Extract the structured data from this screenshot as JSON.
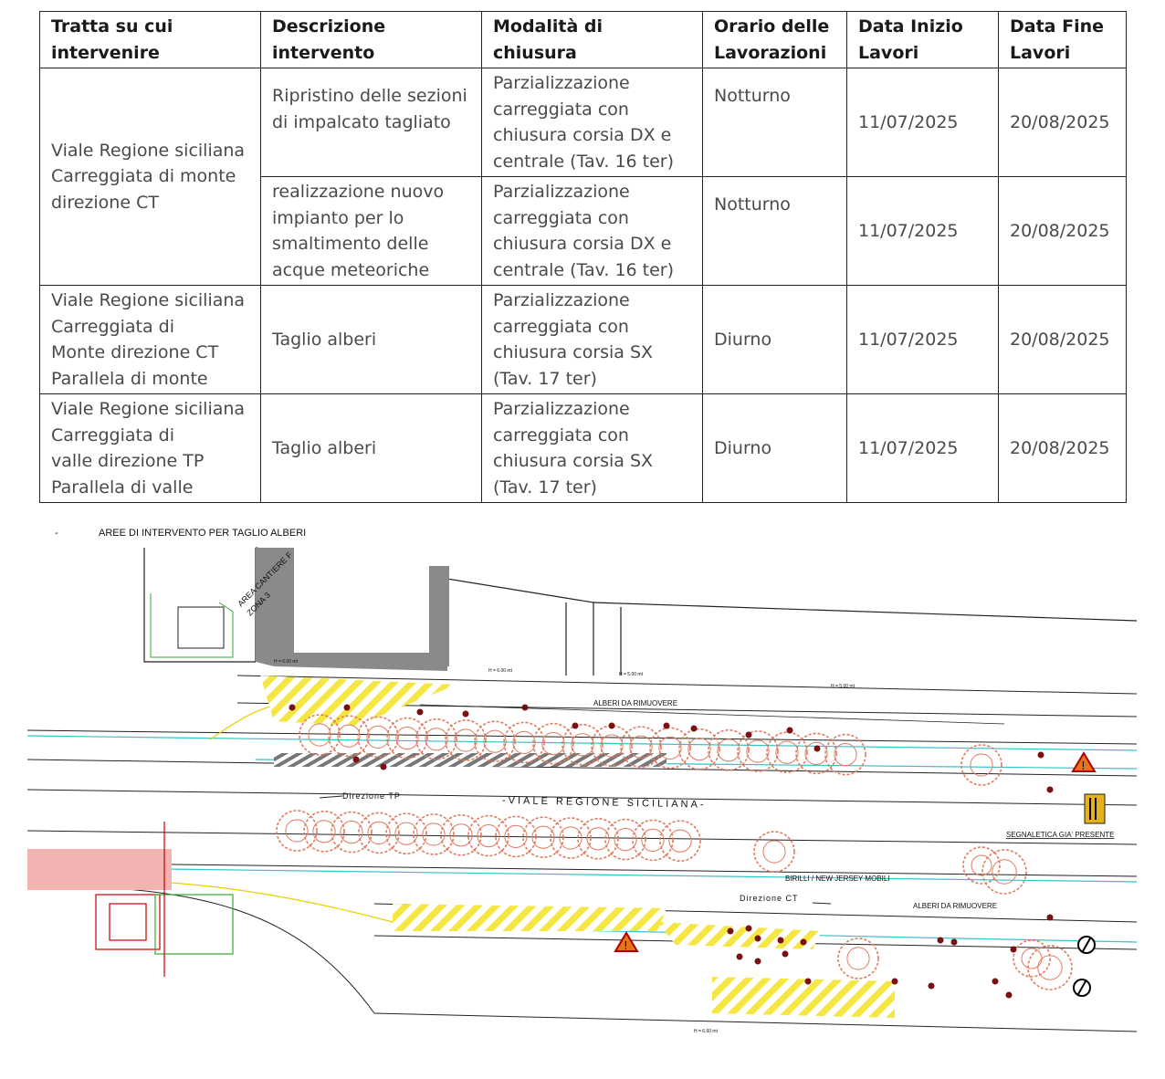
{
  "table": {
    "headers": [
      "Tratta su cui\nintervenire",
      "Descrizione\nintervento",
      "Modalità di chiusura",
      "Orario delle\nLavorazioni",
      "Data Inizio\nLavori",
      "Data Fine\nLavori"
    ],
    "row1": {
      "tratta": "Viale Regione siciliana\nCarreggiata di monte\ndirezione CT",
      "descrizione": "Ripristino delle sezioni\ndi impalcato tagliato",
      "modalita": "Parzializzazione\ncarreggiata con\nchiusura corsia DX e\ncentrale (Tav. 16 ter)",
      "orario": "Notturno",
      "inizio": "11/07/2025",
      "fine": "20/08/2025"
    },
    "row2": {
      "descrizione": "realizzazione nuovo\nimpianto per lo\nsmaltimento delle\nacque meteoriche",
      "modalita": "Parzializzazione\ncarreggiata con\nchiusura corsia DX e\ncentrale (Tav. 16 ter)",
      "orario": "Notturno",
      "inizio": "11/07/2025",
      "fine": "20/08/2025"
    },
    "row3": {
      "tratta": "Viale Regione siciliana\nCarreggiata di\nMonte direzione CT\nParallela di monte",
      "descrizione": "Taglio alberi",
      "modalita": "Parzializzazione\ncarreggiata con\nchiusura corsia SX\n(Tav. 17 ter)",
      "orario": "Diurno",
      "inizio": "11/07/2025",
      "fine": "20/08/2025"
    },
    "row4": {
      "tratta": "Viale Regione siciliana\nCarreggiata di\nvalle direzione TP\nParallela di valle",
      "descrizione": "Taglio alberi",
      "modalita": "Parzializzazione\ncarreggiata con\nchiusura corsia SX\n(Tav. 17 ter)",
      "orario": "Diurno",
      "inizio": "11/07/2025",
      "fine": "20/08/2025"
    }
  },
  "drawing": {
    "bullet": "-",
    "caption": "AREE DI INTERVENTO PER TAGLIO ALBERI",
    "area_cantiere": "AREA CANTIERE F",
    "zona": "ZONA 3",
    "alberi_rimuovere_top": "ALBERI DA RIMUOVERE",
    "direzione_tp": "Direzione TP",
    "viale": "-VIALE  REGIONE  SICILIANA-",
    "direzione_ct": "Direzione CT",
    "birilli": "BIRILLI / NEW JERSEY MOBILI",
    "alberi_rimuovere_bottom": "ALBERI DA RIMUOVERE",
    "segnaletica": "SEGNALETICA GIA' PRESENTE",
    "h600a": "H = 6.00 mt",
    "h600b": "H = 6.00 mt",
    "h500a": "H = 5.00 mt",
    "h500b": "H = 5.00 mt",
    "h660": "H = 6.60 mt",
    "colors": {
      "tree": "#e07a5f",
      "hatch": "#f5e642",
      "lane": "#35c3c8",
      "marker": "#7a1010",
      "closed": "#f2b3b3"
    }
  }
}
